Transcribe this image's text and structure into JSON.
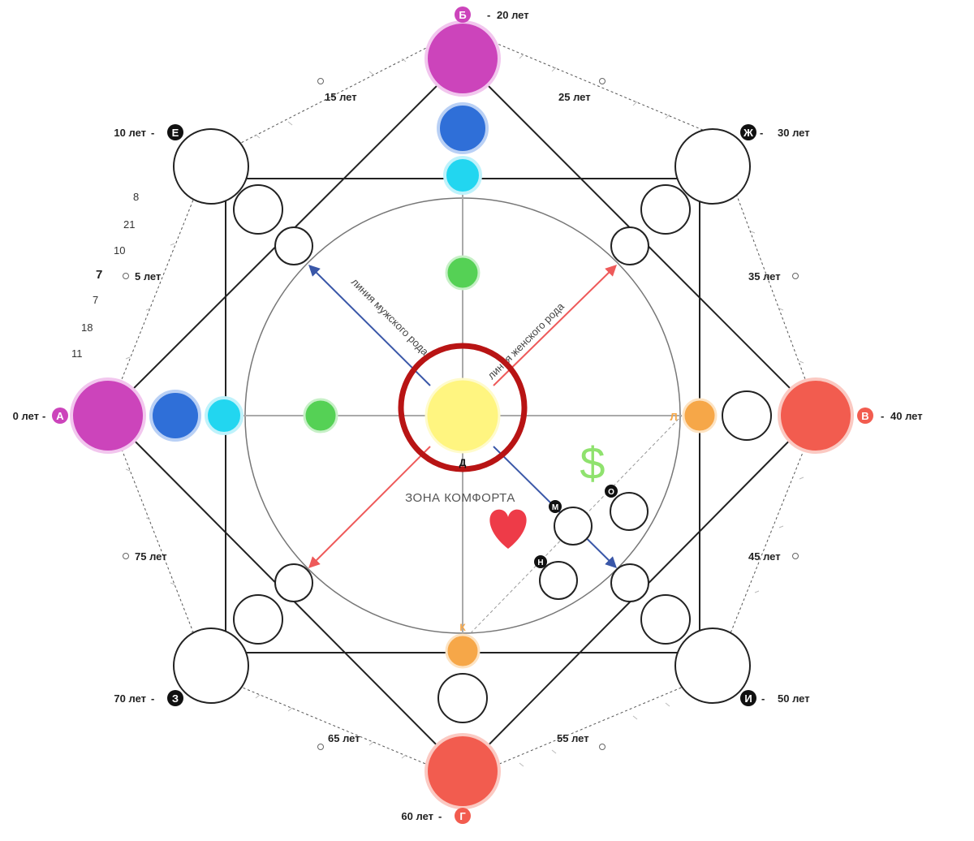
{
  "points": {
    "A": {
      "letter": "А",
      "age": "0 лет",
      "color": "#cc44bb"
    },
    "B": {
      "letter": "Б",
      "age": "20 лет",
      "color": "#cc44bb"
    },
    "V": {
      "letter": "В",
      "age": "40 лет",
      "color": "#f25c4f"
    },
    "G": {
      "letter": "Г",
      "age": "60 лет",
      "color": "#f25c4f"
    },
    "E": {
      "letter": "Е",
      "age": "10 лет"
    },
    "ZH": {
      "letter": "Ж",
      "age": "30 лет"
    },
    "I": {
      "letter": "И",
      "age": "50 лет"
    },
    "Z": {
      "letter": "З",
      "age": "70 лет"
    }
  },
  "mid_ages": {
    "a15": "15 лет",
    "a25": "25 лет",
    "a35": "35 лет",
    "a45": "45 лет",
    "a55": "55 лет",
    "a65": "65 лет",
    "a75": "75 лет",
    "a5": "5 лет"
  },
  "left_numbers": [
    "8",
    "21",
    "10",
    "7",
    "7",
    "18",
    "11"
  ],
  "inner_letters": {
    "D": "Д",
    "L": "Л",
    "K": "К",
    "M": "М",
    "N": "Н",
    "O": "О"
  },
  "labels": {
    "male_line": "линия мужского рода",
    "female_line": "линия женского рода",
    "comfort_zone": "ЗОНА КОМФОРТА",
    "money": "$"
  },
  "colors": {
    "magenta": "#cc44bb",
    "red": "#f25c4f",
    "blue": "#2f6fd8",
    "cyan": "#22d6f0",
    "green": "#55d155",
    "yellow": "#fff580",
    "orange": "#f6a748",
    "highlight": "#b81414",
    "male_arrow": "#3a57a8",
    "female_arrow": "#ee5a5a"
  }
}
